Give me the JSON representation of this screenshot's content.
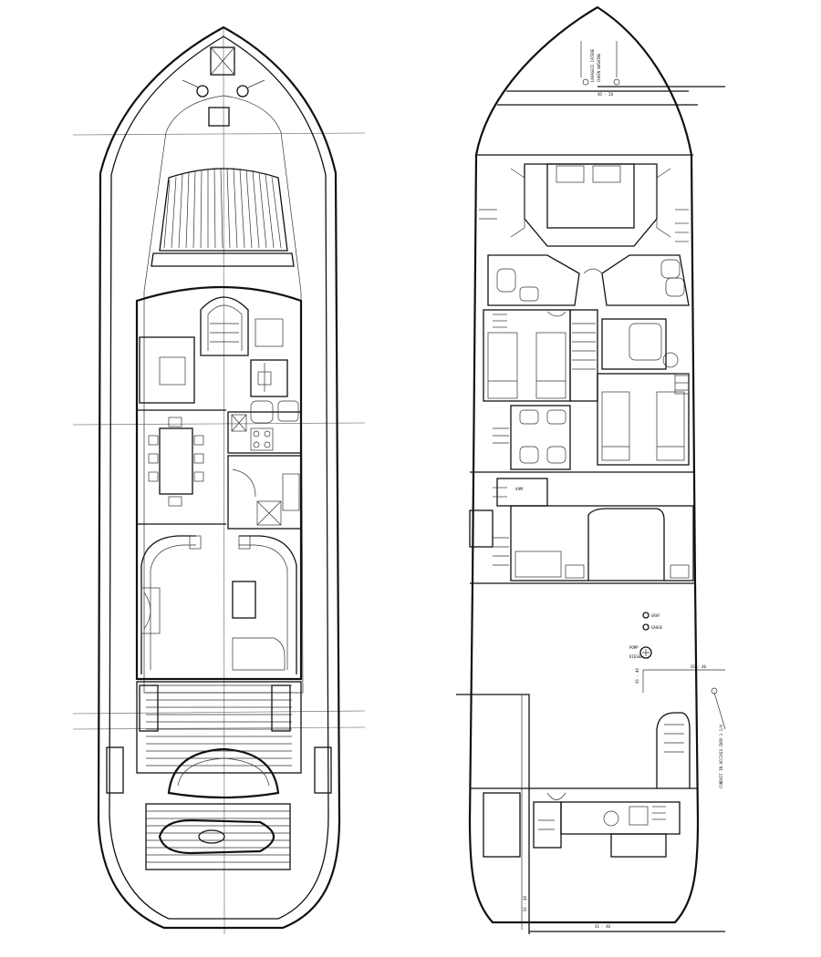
{
  "labels": {
    "anchor_1": "LAVAGGIO CATENE",
    "anchor_2": "CHAIN WASHING",
    "station_a": "SO - 20",
    "station_b": "SS - 40",
    "station_c": "SS - 40",
    "station_d": "SS - 48",
    "station_e": "SS - 40",
    "ctrl_1": "GRAF",
    "ctrl_2": "GAUGE",
    "ctrl_3": "POMP",
    "ctrl_4": "DIESEL",
    "side_note": "CONDUIT IN ACCIAIO INOX 1 1/4"
  },
  "colors": {
    "ink": "#111111",
    "paper": "#ffffff",
    "fold": "#888888"
  }
}
